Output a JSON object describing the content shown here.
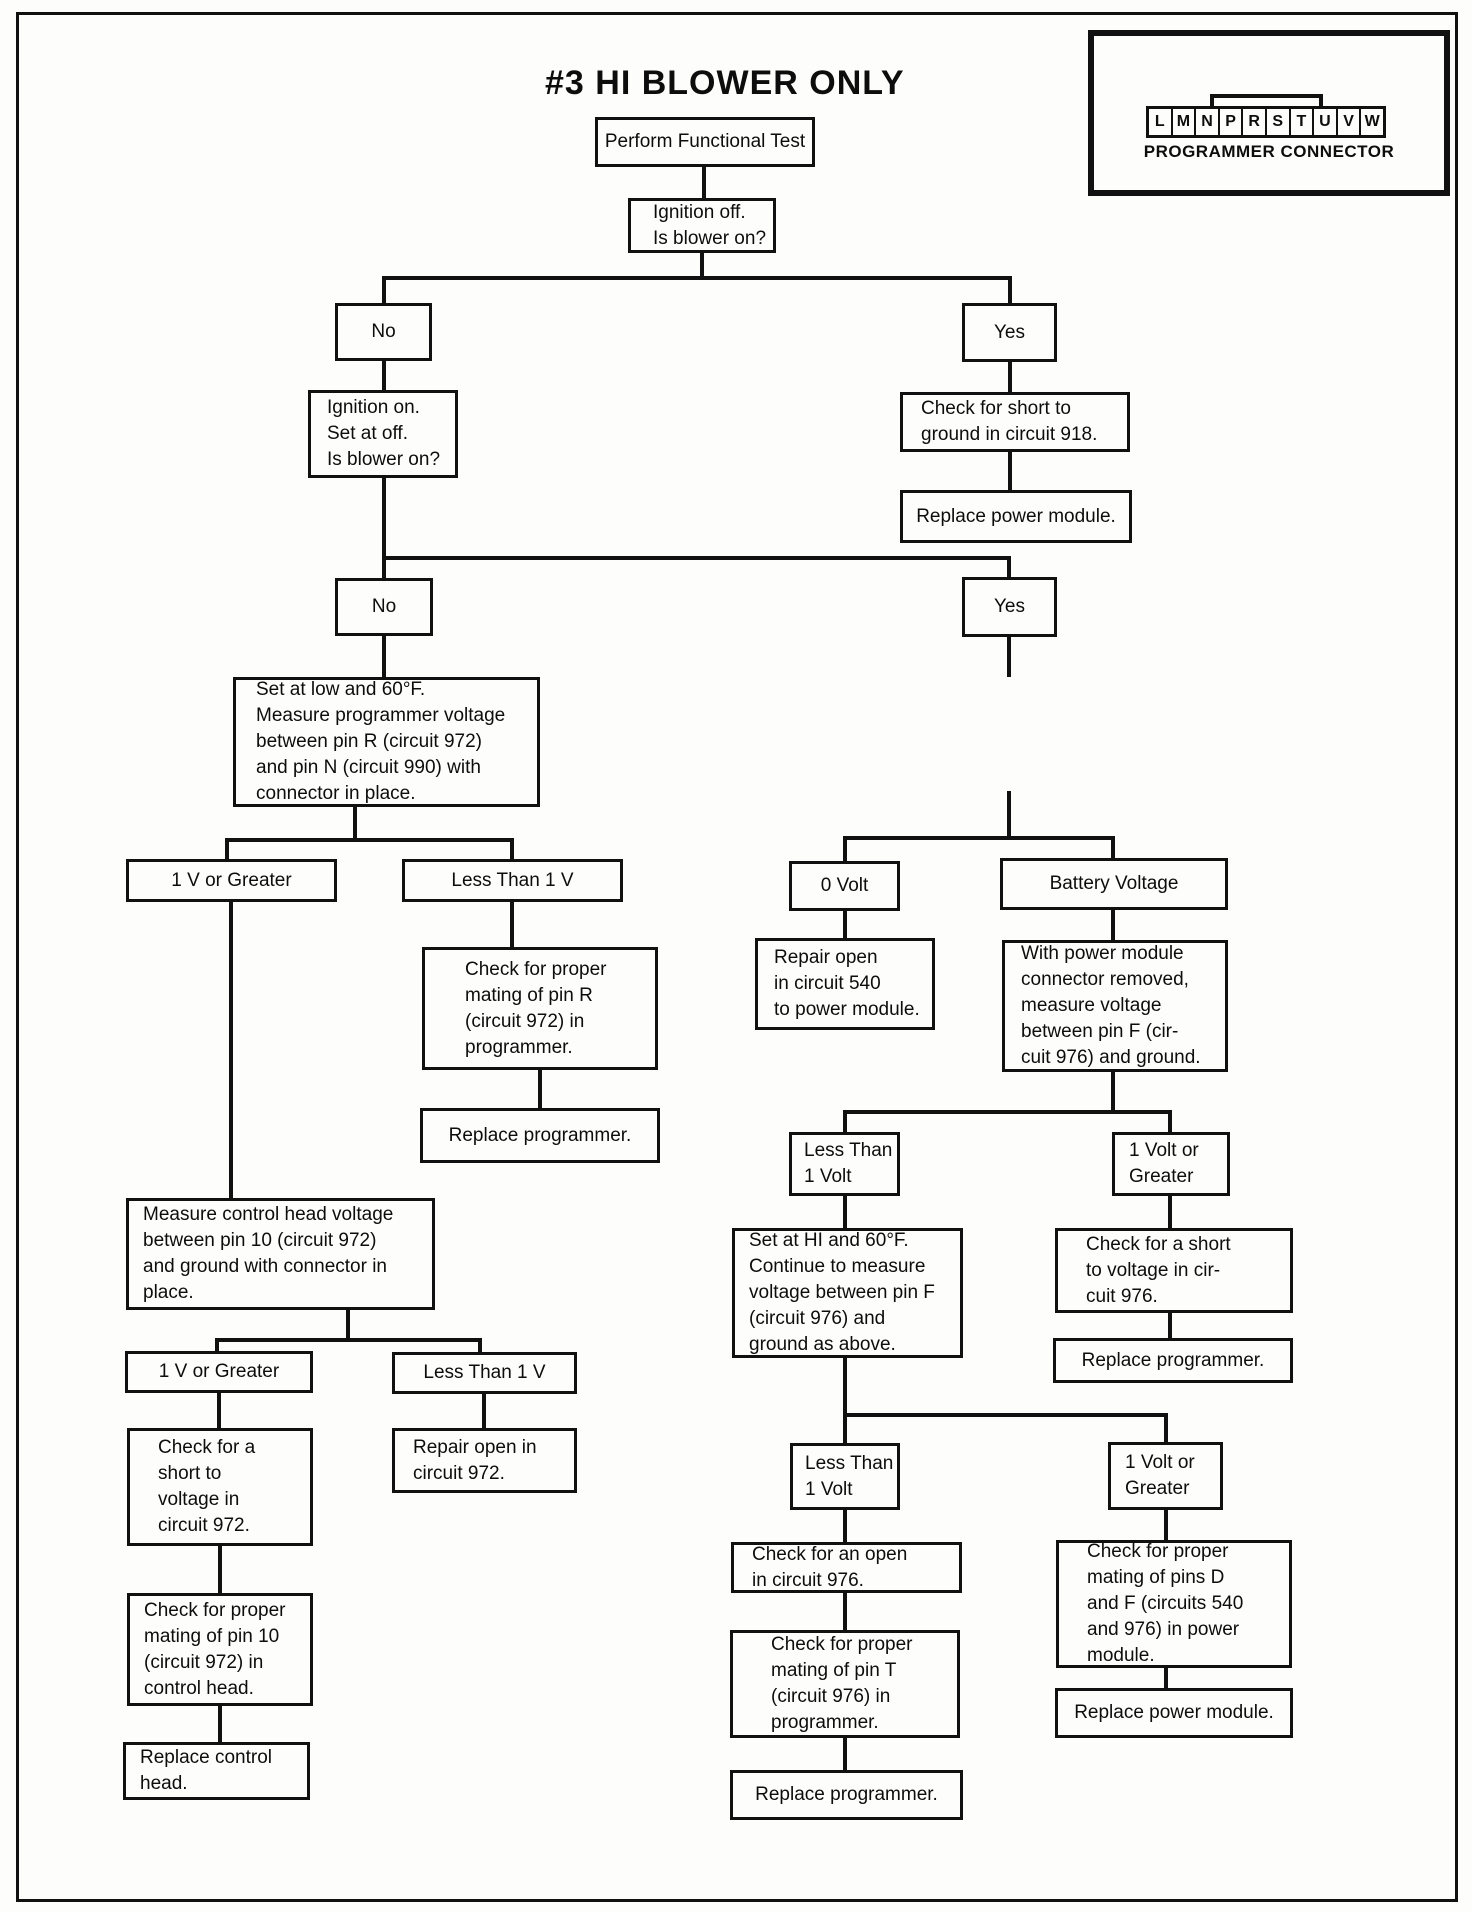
{
  "page": {
    "title": "#3 HI BLOWER ONLY"
  },
  "legend": {
    "pins": [
      "L",
      "M",
      "N",
      "P",
      "R",
      "S",
      "T",
      "U",
      "V",
      "W"
    ],
    "label": "PROGRAMMER CONNECTOR"
  },
  "nodes": {
    "perform_test": "Perform Functional Test",
    "ignition_off": "Ignition off.\nIs blower on?",
    "no1": "No",
    "yes1": "Yes",
    "ignition_on": "Ignition on.\nSet at off.\nIs blower on?",
    "check_short_918": "Check for short to\nground in circuit 918.",
    "replace_power_module_1": "Replace power module.",
    "no2": "No",
    "yes2": "Yes",
    "set_at_low": "Set at low and 60°F.\nMeasure programmer voltage\nbetween pin R (circuit 972)\nand pin N (circuit 990) with\nconnector in place.",
    "one_v_or_greater_1": "1 V or Greater",
    "less_than_1v_1": "Less Than 1 V",
    "zero_volt": "0 Volt",
    "battery_voltage": "Battery Voltage",
    "mating_pin_r": "Check for proper\nmating of pin R\n(circuit 972) in\nprogrammer.",
    "replace_programmer_1": "Replace programmer.",
    "repair_open_540": "Repair open\nin circuit 540\nto power module.",
    "measure_pin_f": "With power module\nconnector removed,\nmeasure voltage\nbetween pin F (cir-\ncuit 976) and ground.",
    "less_than_1volt_1": "Less Than\n1 Volt",
    "one_volt_or_greater_1": "1 Volt or\nGreater",
    "set_at_hi": "Set at HI and 60°F.\nContinue to measure\nvoltage between pin F\n(circuit 976) and\nground as above.",
    "short_voltage_976": "Check for a short\nto voltage in cir-\ncuit 976.",
    "replace_programmer_2": "Replace programmer.",
    "measure_control_head": "Measure control head voltage\nbetween pin 10 (circuit 972)\nand ground with connector in\nplace.",
    "one_v_or_greater_2": "1 V or Greater",
    "less_than_1v_2": "Less Than 1 V",
    "short_voltage_972": "Check for a\nshort to\nvoltage in\ncircuit 972.",
    "repair_open_972": "Repair open in\ncircuit 972.",
    "mating_pin_10": "Check for proper\nmating of pin 10\n(circuit 972) in\ncontrol head.",
    "replace_control_head": "Replace control\nhead.",
    "less_than_1volt_2": "Less Than\n1 Volt",
    "one_volt_or_greater_2": "1 Volt or\nGreater",
    "check_open_976": "Check for an open\nin circuit 976.",
    "mating_pin_t": "Check for proper\nmating of pin T\n(circuit 976) in\nprogrammer.",
    "replace_programmer_3": "Replace programmer.",
    "mating_pins_d_f": "Check for proper\nmating of pins D\nand F (circuits 540\nand 976) in power\nmodule.",
    "replace_power_module_2": "Replace power module."
  }
}
